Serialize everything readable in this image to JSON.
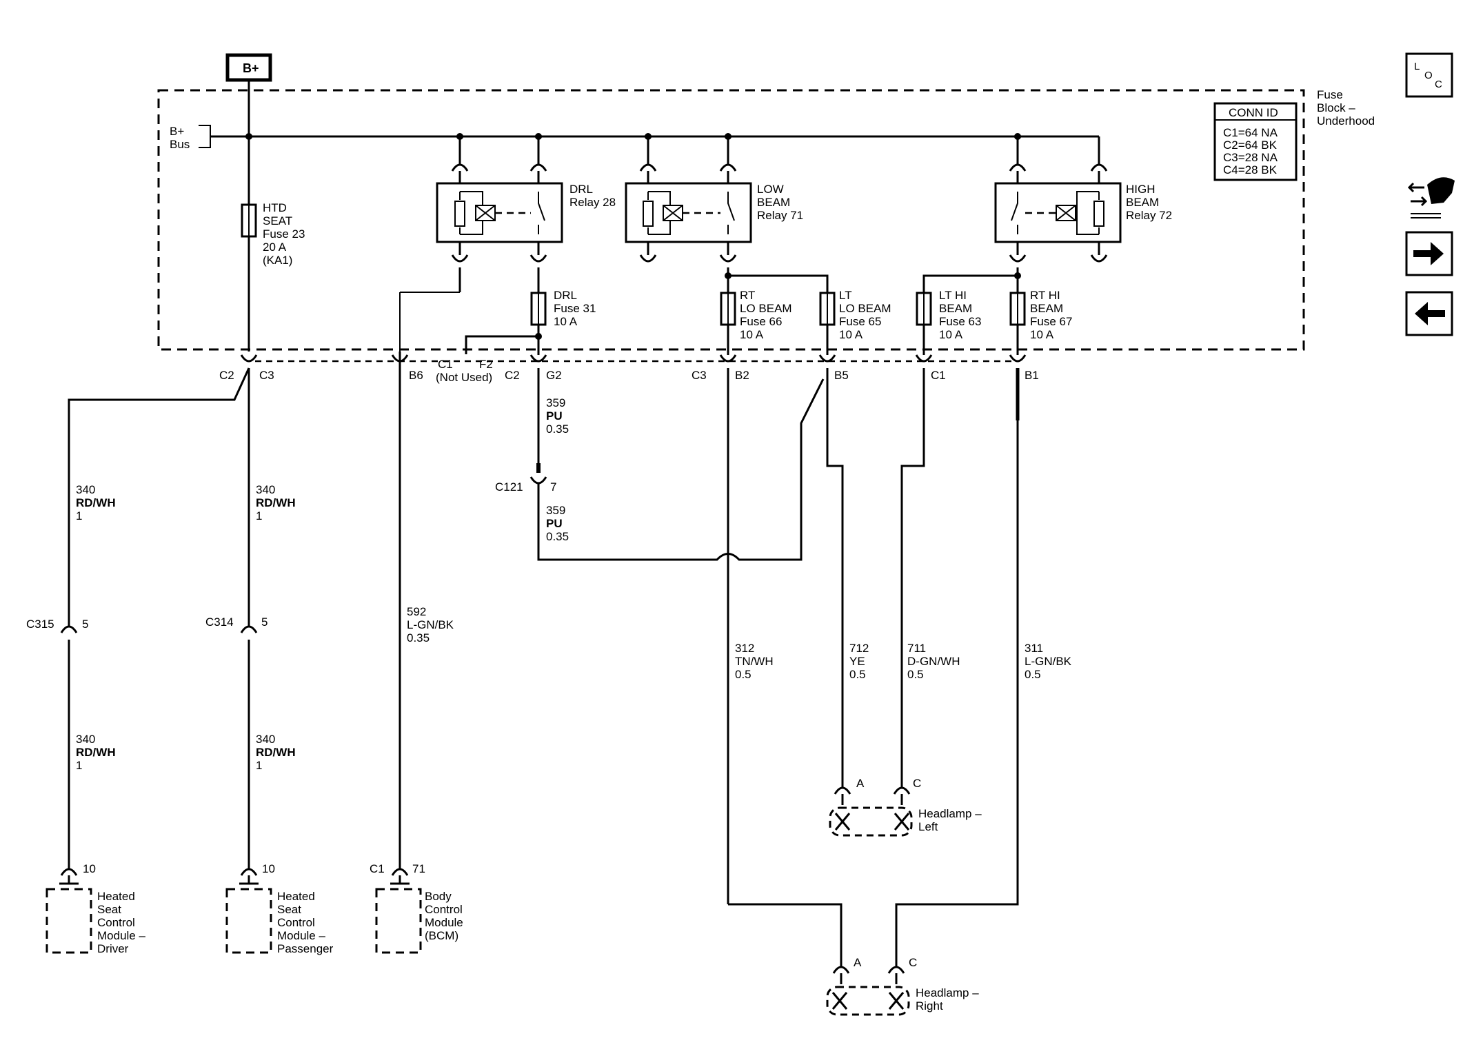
{
  "source": {
    "label": "B+"
  },
  "fuse_block": {
    "title": [
      "Fuse",
      "Block –",
      "Underhood"
    ]
  },
  "bus": {
    "label": [
      "B+",
      "Bus"
    ]
  },
  "conn_id": {
    "title": "CONN ID",
    "rows": [
      "C1=64 NA",
      "C2=64 BK",
      "C3=28 NA",
      "C4=28 BK"
    ]
  },
  "relays": {
    "drl": [
      "DRL",
      "Relay 28"
    ],
    "low_beam": [
      "LOW",
      "BEAM",
      "Relay 71"
    ],
    "high_beam": [
      "HIGH",
      "BEAM",
      "Relay 72"
    ]
  },
  "fuses": {
    "htd_seat": [
      "HTD",
      "SEAT",
      "Fuse 23",
      "20 A",
      "(KA1)"
    ],
    "drl": [
      "DRL",
      "Fuse 31",
      "10 A"
    ],
    "rt_lo": [
      "RT",
      "LO BEAM",
      "Fuse 66",
      "10 A"
    ],
    "lt_lo": [
      "LT",
      "LO BEAM",
      "Fuse 65",
      "10 A"
    ],
    "lt_hi": [
      "LT HI",
      "BEAM",
      "Fuse 63",
      "10 A"
    ],
    "rt_hi": [
      "RT HI",
      "BEAM",
      "Fuse 67",
      "10 A"
    ]
  },
  "pins": {
    "c2_left": "C2",
    "c3_left": "C3",
    "b6": "B6",
    "c1_f2": [
      "C1",
      "F2"
    ],
    "not_used": "(Not Used)",
    "c2_mid": "C2",
    "g2": "G2",
    "c3_right": "C3",
    "b2": "B2",
    "b5": "B5",
    "c1_right": "C1",
    "b1": "B1"
  },
  "wires": {
    "w340a": [
      "340",
      "RD/WH",
      "1"
    ],
    "w340b": [
      "340",
      "RD/WH",
      "1"
    ],
    "w340c": [
      "340",
      "RD/WH",
      "1"
    ],
    "w340d": [
      "340",
      "RD/WH",
      "1"
    ],
    "w592": [
      "592",
      "L-GN/BK",
      "0.35"
    ],
    "w359a": [
      "359",
      "PU",
      "0.35"
    ],
    "w359b": [
      "359",
      "PU",
      "0.35"
    ],
    "w312": [
      "312",
      "TN/WH",
      "0.5"
    ],
    "w712": [
      "712",
      "YE",
      "0.5"
    ],
    "w711": [
      "711",
      "D-GN/WH",
      "0.5"
    ],
    "w311": [
      "311",
      "L-GN/BK",
      "0.5"
    ]
  },
  "inline_connectors": {
    "c315": {
      "name": "C315",
      "pin": "5"
    },
    "c314": {
      "name": "C314",
      "pin": "5"
    },
    "c121": {
      "name": "C121",
      "pin": "7"
    }
  },
  "modules": {
    "hs_driver": {
      "pin": "10",
      "label": [
        "Heated",
        "Seat",
        "Control",
        "Module –",
        "Driver"
      ]
    },
    "hs_passenger": {
      "pin": "10",
      "label": [
        "Heated",
        "Seat",
        "Control",
        "Module –",
        "Passenger"
      ]
    },
    "bcm": {
      "conn": "C1",
      "pin": "71",
      "label": [
        "Body",
        "Control",
        "Module",
        "(BCM)"
      ]
    }
  },
  "headlamps": {
    "left": {
      "pin_a": "A",
      "pin_c": "C",
      "label": [
        "Headlamp –",
        "Left"
      ]
    },
    "right": {
      "pin_a": "A",
      "pin_c": "C",
      "label": [
        "Headlamp –",
        "Right"
      ]
    }
  },
  "nav": {
    "loc_letters": [
      "L",
      "O",
      "C"
    ],
    "loc": "loc-icon",
    "swap": "connector-swap-icon",
    "next": "arrow-right-icon",
    "prev": "arrow-left-icon"
  }
}
